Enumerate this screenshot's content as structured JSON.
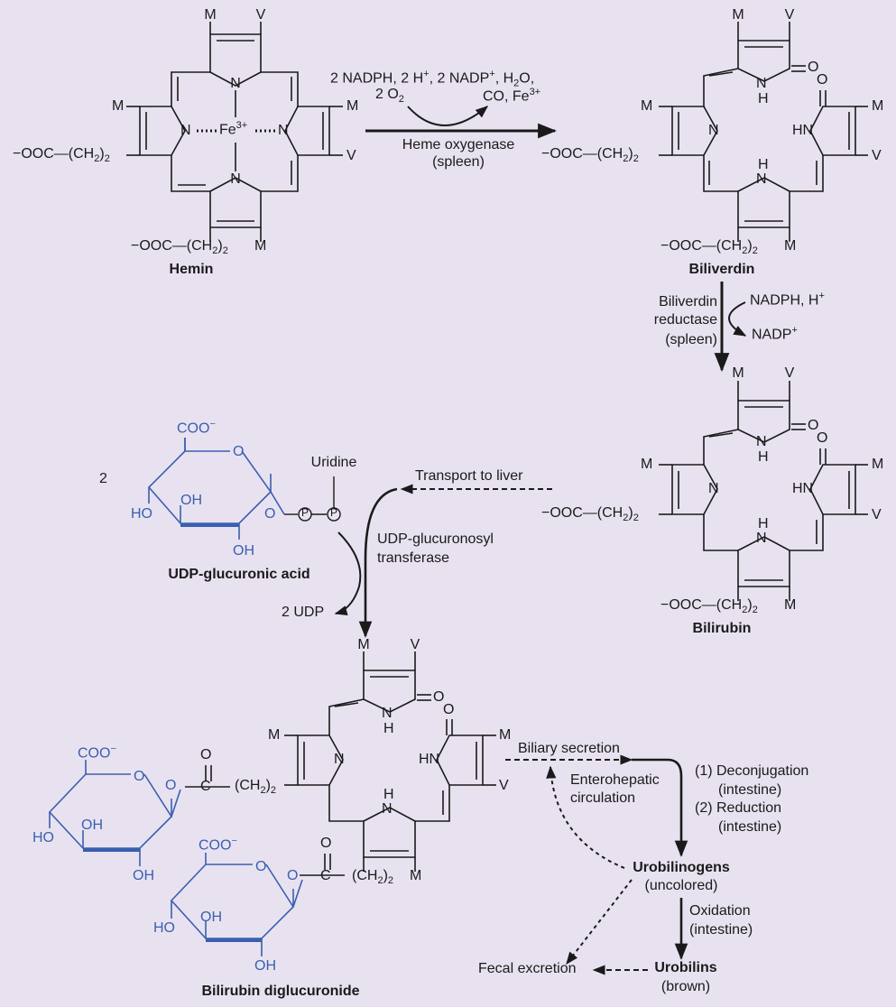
{
  "molecules": {
    "hemin": {
      "name": "Hemin",
      "top_left": "M",
      "top_right": "V",
      "left": "M",
      "right": "M",
      "right_low": "V",
      "center": "Fe",
      "center_charge": "3+",
      "n": "N",
      "side_chain": "−OOC—(CH",
      "side_chain_sub": "2",
      "side_chain_end": ")",
      "side_chain_end_sub": "2",
      "bottom_chain": "−OOC—(CH",
      "bottom_chain_sub": "2",
      "bottom_chain_end": ")",
      "bottom_chain_end_sub": "2",
      "bottom_m": "M"
    },
    "biliverdin": {
      "name": "Biliverdin",
      "top_left": "M",
      "top_right": "V",
      "left": "M",
      "right": "M",
      "right_low": "V",
      "n": "N",
      "nh": "NH",
      "hn": "HN",
      "h": "H",
      "o": "O",
      "side_chain": "−OOC—(CH",
      "bottom_m": "M"
    },
    "bilirubin": {
      "name": "Bilirubin",
      "top_left": "M",
      "top_right": "V",
      "left": "M",
      "right": "M",
      "right_low": "V",
      "bottom_m": "M"
    },
    "udp_glucuronic_acid": {
      "name": "UDP-glucuronic acid",
      "coefficient": "2",
      "coo": "COO",
      "coo_charge": "−",
      "ring_o": "O",
      "ho": "HO",
      "oh": "OH",
      "oh_bottom": "OH",
      "link_o": "O",
      "p": "P",
      "uridine": "Uridine"
    },
    "bilirubin_diglucuronide": {
      "name": "Bilirubin diglucuronide",
      "left": "M",
      "right": "M",
      "right_low": "V",
      "top_left": "M",
      "top_right": "V",
      "bottom_m": "M",
      "ch2": "(CH",
      "ch2_sub": "2",
      "ch2_end": ")",
      "ch2_end_sub": "2",
      "c": "C",
      "o": "O"
    }
  },
  "reactions": {
    "heme_oxygenase": {
      "inputs_line1_a": "2 NADPH, 2 H",
      "inputs_line1_a_sup": "+",
      "inputs_line1_b": ", 2 NADP",
      "inputs_line1_b_sup": "+",
      "inputs_line1_c": ", H",
      "inputs_line1_c_sub": "2",
      "inputs_line1_d": "O,",
      "inputs_line2": "2 O",
      "inputs_line2_sub": "2",
      "outputs_line2": "CO, Fe",
      "outputs_line2_sup": "3+",
      "enzyme": "Heme oxygenase",
      "location": "(spleen)"
    },
    "biliverdin_reductase": {
      "enzyme_line1": "Biliverdin",
      "enzyme_line2": "reductase",
      "location": "(spleen)",
      "cofactor_in": "NADPH, H",
      "cofactor_in_sup": "+",
      "cofactor_out": "NADP",
      "cofactor_out_sup": "+"
    },
    "transport": "Transport to liver",
    "udp_transferase": {
      "line1": "UDP-glucuronosyl",
      "line2": "transferase",
      "product": "2 UDP"
    },
    "biliary": {
      "secretion": "Biliary secretion",
      "enterohepatic_line1": "Enterohepatic",
      "enterohepatic_line2": "circulation",
      "step1": "(1) Deconjugation",
      "step1_loc": "(intestine)",
      "step2": "(2) Reduction",
      "step2_loc": "(intestine)"
    },
    "urobilinogens": {
      "name": "Urobilinogens",
      "note": "(uncolored)"
    },
    "oxidation": {
      "line1": "Oxidation",
      "line2": "(intestine)"
    },
    "urobilins": {
      "name": "Urobilins",
      "note": "(brown)"
    },
    "fecal": "Fecal excretion"
  },
  "colors": {
    "background": "#e8e2f0",
    "ink": "#1a1a1a",
    "sugar_blue": "#3a5fb0"
  }
}
